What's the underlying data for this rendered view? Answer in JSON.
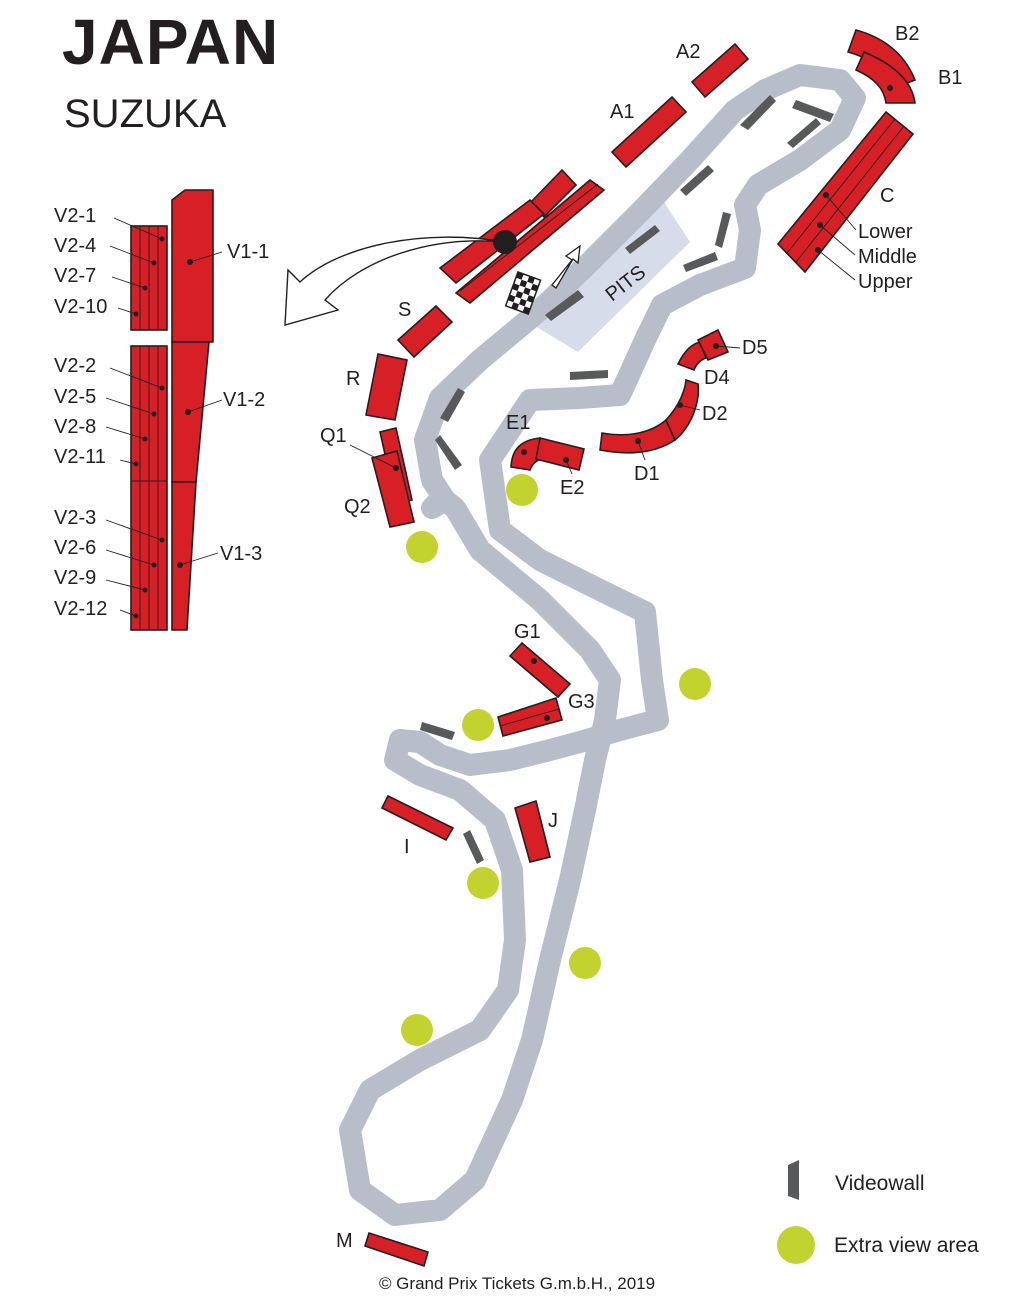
{
  "header": {
    "country": "JAPAN",
    "circuit": "SUZUKA"
  },
  "pits_label": "PITS",
  "grandstands": {
    "A1": "A1",
    "A2": "A2",
    "B1": "B1",
    "B2": "B2",
    "C": "C",
    "C_levels": [
      "Lower",
      "Middle",
      "Upper"
    ],
    "D1": "D1",
    "D2": "D2",
    "D4": "D4",
    "D5": "D5",
    "E1": "E1",
    "E2": "E2",
    "G1": "G1",
    "G3": "G3",
    "I": "I",
    "J": "J",
    "M": "M",
    "Q1": "Q1",
    "Q2": "Q2",
    "R": "R",
    "S": "S"
  },
  "v_stands": {
    "v1": [
      "V1-1",
      "V1-2",
      "V1-3"
    ],
    "v2_left": [
      "V2-1",
      "V2-4",
      "V2-7",
      "V2-10",
      "V2-2",
      "V2-5",
      "V2-8",
      "V2-11",
      "V2-3",
      "V2-6",
      "V2-9",
      "V2-12"
    ]
  },
  "legend": {
    "videowall": "Videowall",
    "extra_view": "Extra view area"
  },
  "colors": {
    "stand": "#d71f26",
    "track": "#b8bec9",
    "pits": "#d6dce9",
    "videowall": "#58595b",
    "extra_view": "#c2d32f"
  },
  "footer": {
    "copyright": "© Grand Prix Tickets G.m.b.H., 2019"
  }
}
